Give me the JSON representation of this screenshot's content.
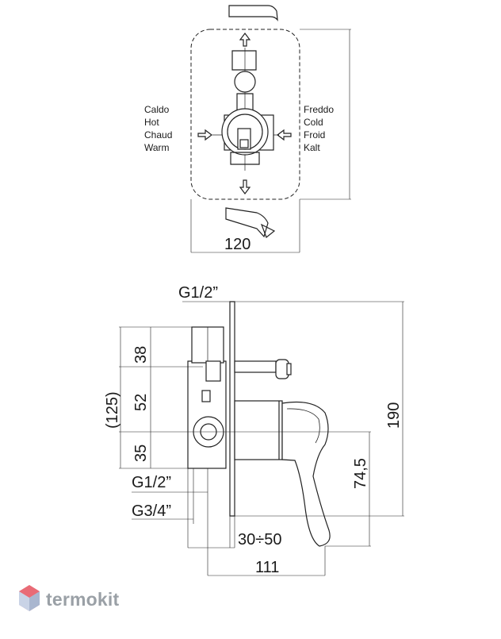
{
  "front_view": {
    "hot_labels": [
      "Caldo",
      "Hot",
      "Chaud",
      "Warm"
    ],
    "cold_labels": [
      "Freddo",
      "Cold",
      "Froid",
      "Kalt"
    ],
    "width_dim": "120"
  },
  "side_view": {
    "inlet_top": "G1/2”",
    "dim_38": "38",
    "dim_52": "52",
    "dim_35": "35",
    "dim_125": "(125)",
    "dim_190": "190",
    "dim_74_5": "74,5",
    "outlet_g12": "G1/2”",
    "outlet_g34": "G3/4”",
    "dim_30_50": "30÷50",
    "dim_111": "111"
  },
  "watermark": {
    "text": "termokit",
    "icon": "hexagon-logo-icon"
  }
}
